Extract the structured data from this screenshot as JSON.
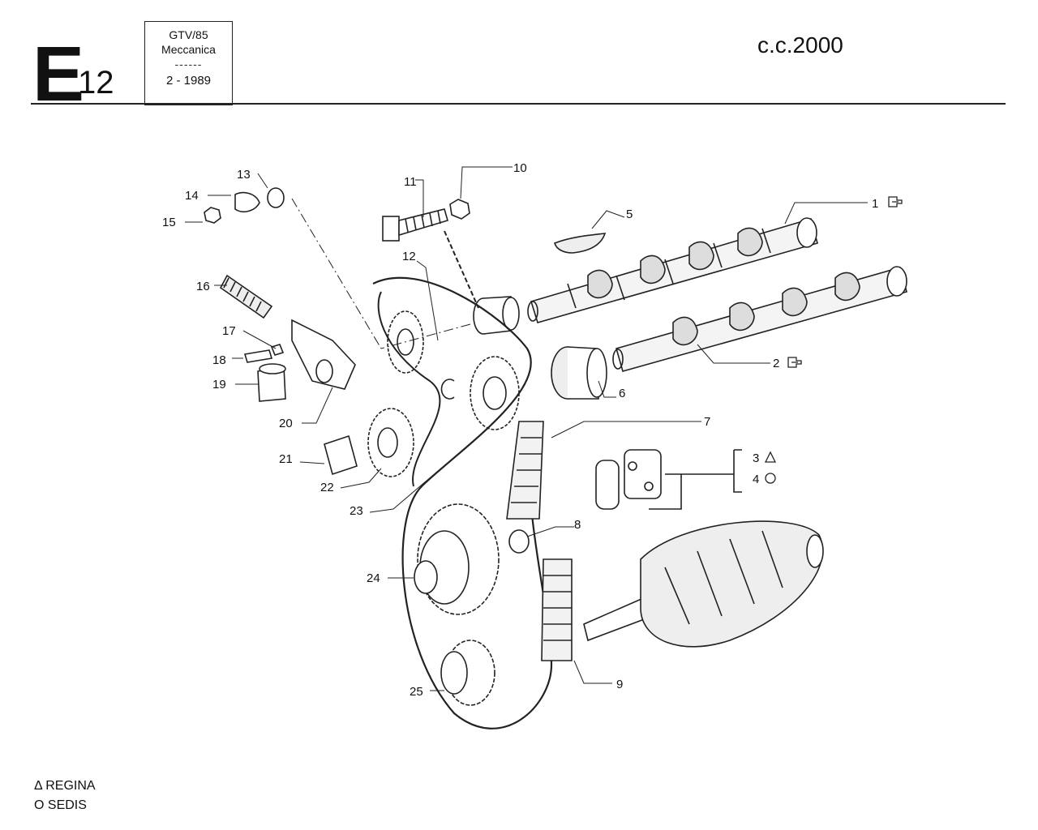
{
  "header": {
    "section_letter": "E",
    "section_number": "12",
    "info_box": {
      "model": "GTV/85",
      "group": "Meccanica",
      "separator": "------",
      "date": "2 - 1989"
    },
    "displacement": "c.c.2000"
  },
  "callouts": {
    "c1": "1",
    "c2": "2",
    "c3": "3",
    "c4": "4",
    "c5": "5",
    "c6": "6",
    "c7": "7",
    "c8": "8",
    "c9": "9",
    "c10": "10",
    "c11": "11",
    "c12": "12",
    "c13": "13",
    "c14": "14",
    "c15": "15",
    "c16": "16",
    "c17": "17",
    "c18": "18",
    "c19": "19",
    "c20": "20",
    "c21": "21",
    "c22": "22",
    "c23": "23",
    "c24": "24",
    "c25": "25"
  },
  "legend": {
    "triangle_label": "Δ REGINA",
    "circle_label": "O SEDIS"
  },
  "icons": [
    "triangle-icon",
    "circle-icon",
    "arrow-ref-icon"
  ]
}
